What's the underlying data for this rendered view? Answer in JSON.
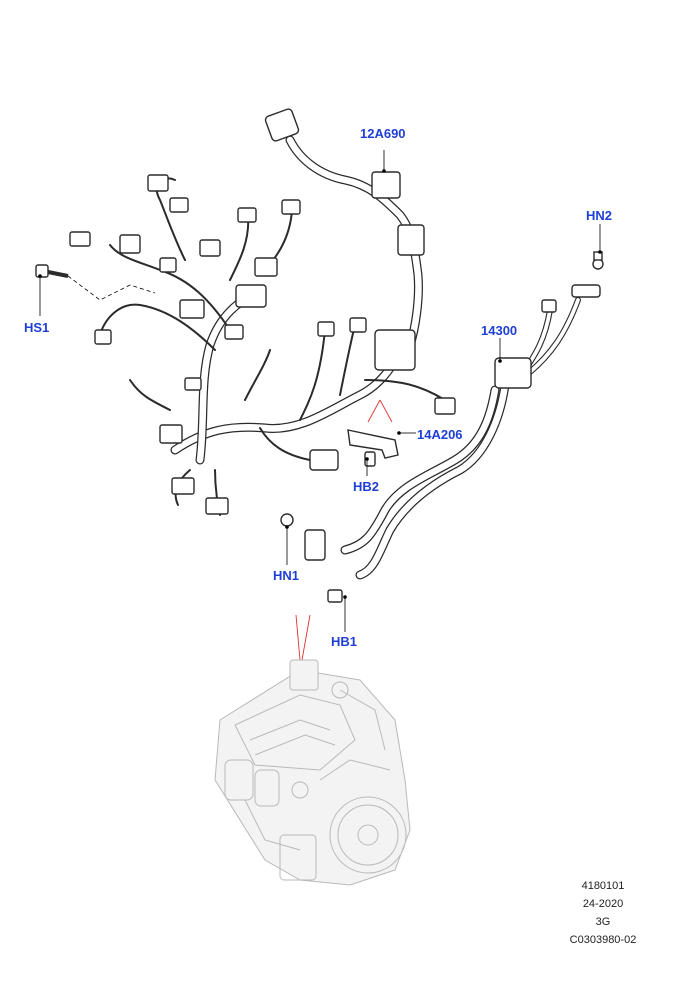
{
  "parts": [
    {
      "id": "12A690"
    },
    {
      "id": "HN2"
    },
    {
      "id": "HS1"
    },
    {
      "id": "14300"
    },
    {
      "id": "14A206"
    },
    {
      "id": "HB2"
    },
    {
      "id": "HN1"
    },
    {
      "id": "HB1"
    }
  ],
  "footer": {
    "line1": "4180101",
    "line2": "24-2020",
    "line3": "3G",
    "line4": "C0303980-02"
  },
  "colors": {
    "callout": "#1f3fd6",
    "pointer": "#e03030",
    "line_art": "#2b2b2b",
    "engine_line_art": "#b9b9b9"
  }
}
